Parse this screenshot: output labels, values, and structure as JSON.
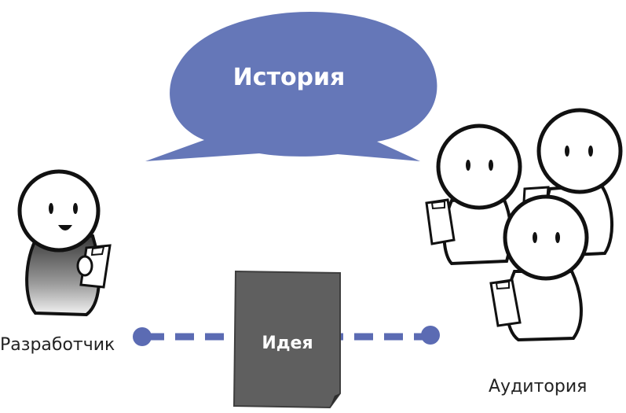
{
  "speech_bubble": {
    "text": "История",
    "color": "#6577b8"
  },
  "document": {
    "text": "Идея",
    "color": "#5f5f5f"
  },
  "connector": {
    "color": "#5b6bb3"
  },
  "labels": {
    "developer": "Разработчик",
    "audience": "Аудитория"
  }
}
